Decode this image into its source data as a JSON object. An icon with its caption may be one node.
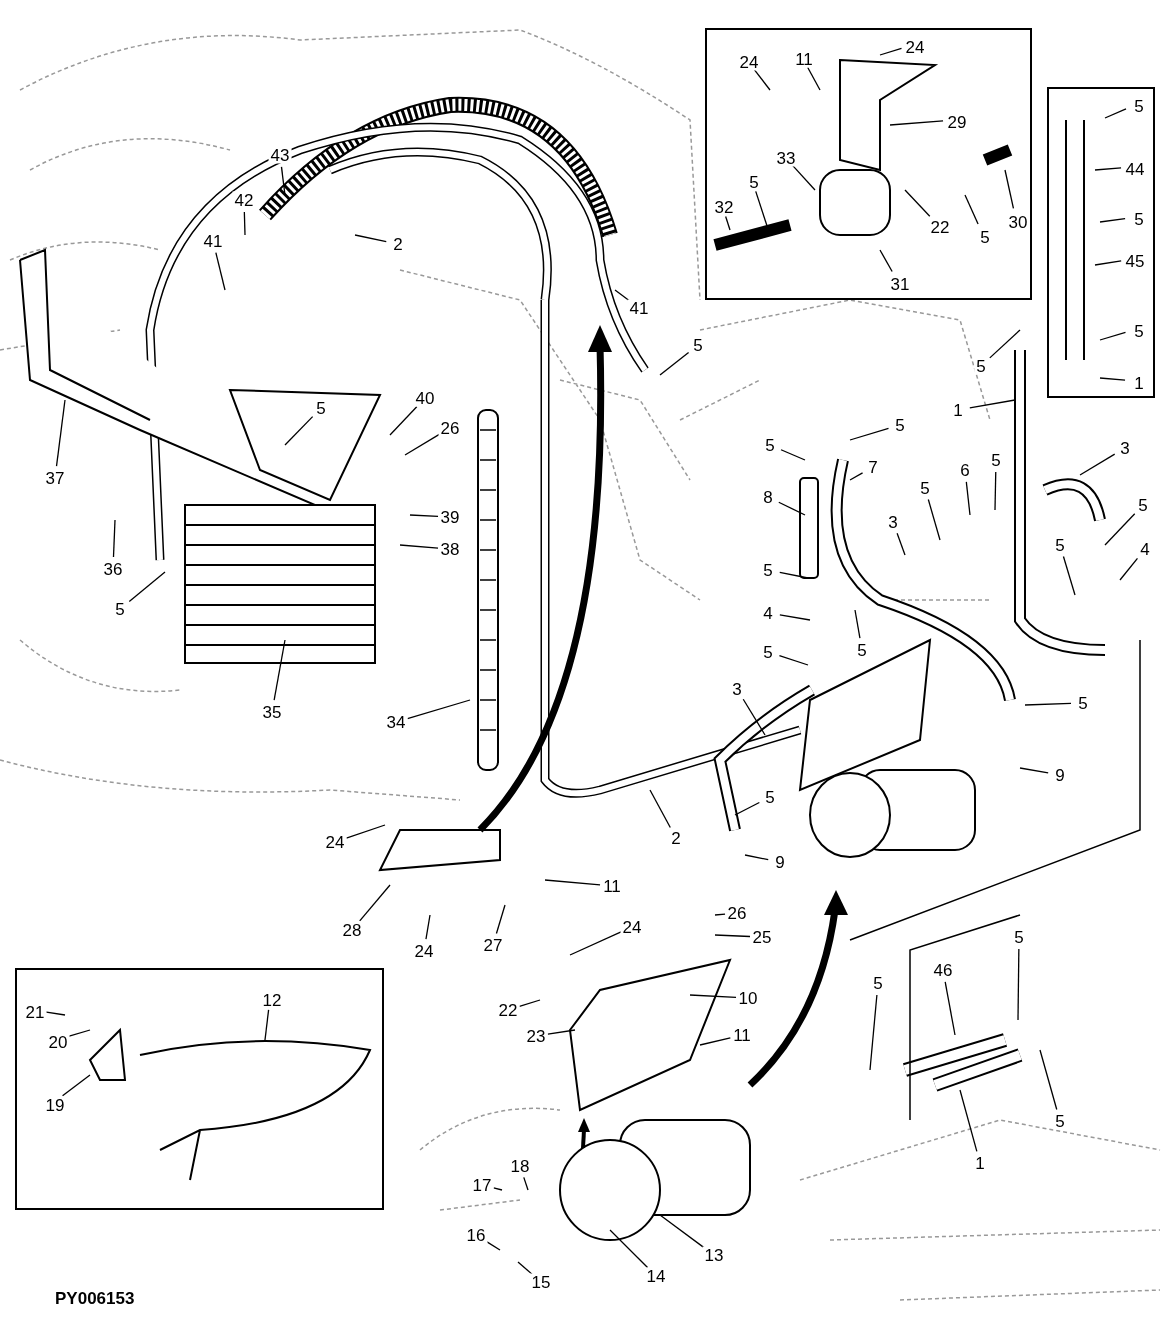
{
  "diagram": {
    "nodes": [
      {
        "text": [],
        "shape": "box"
      },
      {
        "text": [],
        "shape": "box"
      },
      {
        "text": [],
        "shape": "box"
      },
      {
        "text": [
          "43"
        ]
      },
      {
        "text": [
          "42"
        ]
      },
      {
        "text": [
          "41"
        ]
      },
      {
        "text": [
          "2"
        ]
      },
      {
        "text": [
          "41"
        ]
      },
      {
        "text": [
          "5"
        ]
      },
      {
        "text": [
          "37"
        ]
      },
      {
        "text": [
          "5"
        ]
      },
      {
        "text": [
          "40"
        ]
      },
      {
        "text": [
          "26"
        ]
      },
      {
        "text": [
          "36"
        ]
      },
      {
        "text": [
          "39"
        ]
      },
      {
        "text": [
          "38"
        ]
      },
      {
        "text": [
          "5"
        ]
      },
      {
        "text": [
          "35"
        ]
      },
      {
        "text": [
          "34"
        ]
      },
      {
        "text": [
          "5"
        ]
      },
      {
        "text": [
          "5"
        ]
      },
      {
        "text": [
          "8"
        ]
      },
      {
        "text": [
          "7"
        ]
      },
      {
        "text": [
          "6"
        ]
      },
      {
        "text": [
          "5"
        ]
      },
      {
        "text": [
          "5"
        ]
      },
      {
        "text": [
          "3"
        ]
      },
      {
        "text": [
          "3"
        ]
      },
      {
        "text": [
          "5"
        ]
      },
      {
        "text": [
          "5"
        ]
      },
      {
        "text": [
          "4"
        ]
      },
      {
        "text": [
          "5"
        ]
      },
      {
        "text": [
          "4"
        ]
      },
      {
        "text": [
          "5"
        ]
      },
      {
        "text": [
          "5"
        ]
      },
      {
        "text": [
          "3"
        ]
      },
      {
        "text": [
          "5"
        ]
      },
      {
        "text": [
          "9"
        ]
      },
      {
        "text": [
          "5"
        ]
      },
      {
        "text": [
          "2"
        ]
      },
      {
        "text": [
          "9"
        ]
      },
      {
        "text": [
          "5"
        ]
      },
      {
        "text": [
          "1"
        ]
      },
      {
        "text": [
          "24"
        ]
      },
      {
        "text": [
          "11"
        ]
      },
      {
        "text": [
          "28"
        ]
      },
      {
        "text": [
          "24"
        ]
      },
      {
        "text": [
          "27"
        ]
      },
      {
        "text": [
          "24"
        ]
      },
      {
        "text": [
          "26"
        ]
      },
      {
        "text": [
          "25"
        ]
      },
      {
        "text": [
          "10"
        ]
      },
      {
        "text": [
          "22"
        ]
      },
      {
        "text": [
          "23"
        ]
      },
      {
        "text": [
          "11"
        ]
      },
      {
        "text": [
          "17"
        ]
      },
      {
        "text": [
          "18"
        ]
      },
      {
        "text": [
          "16"
        ]
      },
      {
        "text": [
          "15"
        ]
      },
      {
        "text": [
          "14"
        ]
      },
      {
        "text": [
          "13"
        ]
      },
      {
        "text": [
          "5"
        ]
      },
      {
        "text": [
          "46"
        ]
      },
      {
        "text": [
          "5"
        ]
      },
      {
        "text": [
          "5"
        ]
      },
      {
        "text": [
          "1"
        ]
      },
      {
        "text": [
          "24"
        ],
        "in": 0
      },
      {
        "text": [
          "24"
        ],
        "in": 0
      },
      {
        "text": [
          "11"
        ],
        "in": 0
      },
      {
        "text": [
          "29"
        ],
        "in": 0
      },
      {
        "text": [
          "33"
        ],
        "in": 0
      },
      {
        "text": [
          "5"
        ],
        "in": 0
      },
      {
        "text": [
          "32"
        ],
        "in": 0
      },
      {
        "text": [
          "22"
        ],
        "in": 0
      },
      {
        "text": [
          "31"
        ],
        "in": 0
      },
      {
        "text": [
          "5"
        ],
        "in": 0
      },
      {
        "text": [
          "30"
        ],
        "in": 0
      },
      {
        "text": [
          "5"
        ],
        "in": 1
      },
      {
        "text": [
          "44"
        ],
        "in": 1
      },
      {
        "text": [
          "5"
        ],
        "in": 1
      },
      {
        "text": [
          "45"
        ],
        "in": 1
      },
      {
        "text": [
          "5"
        ],
        "in": 1
      },
      {
        "text": [
          "1"
        ],
        "in": 1
      },
      {
        "text": [
          "21"
        ],
        "in": 2
      },
      {
        "text": [
          "12"
        ],
        "in": 2
      },
      {
        "text": [
          "20"
        ],
        "in": 2
      },
      {
        "text": [
          "19"
        ],
        "in": 2
      }
    ],
    "edges": [
      {
        "from": 3,
        "to": null,
        "arrow": "none"
      },
      {
        "from": 4,
        "to": null,
        "arrow": "none"
      },
      {
        "from": 5,
        "to": null,
        "arrow": "none"
      },
      {
        "from": 6,
        "to": null,
        "arrow": "none"
      },
      {
        "from": 7,
        "to": null,
        "arrow": "none"
      },
      {
        "from": 8,
        "to": null,
        "arrow": "none"
      },
      {
        "from": 9,
        "to": null,
        "arrow": "none"
      },
      {
        "from": 10,
        "to": null,
        "arrow": "none"
      },
      {
        "from": 11,
        "to": null,
        "arrow": "none"
      },
      {
        "from": 12,
        "to": null,
        "arrow": "none"
      },
      {
        "from": 13,
        "to": null,
        "arrow": "none"
      },
      {
        "from": 14,
        "to": null,
        "arrow": "none"
      },
      {
        "from": 15,
        "to": null,
        "arrow": "none"
      },
      {
        "from": 16,
        "to": null,
        "arrow": "none"
      },
      {
        "from": 17,
        "to": null,
        "arrow": "none"
      },
      {
        "from": 18,
        "to": null,
        "arrow": "none"
      },
      {
        "from": 19,
        "to": null,
        "arrow": "none"
      },
      {
        "from": 20,
        "to": null,
        "arrow": "none"
      },
      {
        "from": 21,
        "to": null,
        "arrow": "none"
      },
      {
        "from": 22,
        "to": null,
        "arrow": "none"
      },
      {
        "from": 23,
        "to": null,
        "arrow": "none"
      },
      {
        "from": 24,
        "to": null,
        "arrow": "none"
      },
      {
        "from": 25,
        "to": null,
        "arrow": "none"
      },
      {
        "from": 26,
        "to": null,
        "arrow": "none"
      },
      {
        "from": 27,
        "to": null,
        "arrow": "none"
      },
      {
        "from": 28,
        "to": null,
        "arrow": "none"
      },
      {
        "from": 29,
        "to": null,
        "arrow": "none"
      },
      {
        "from": 30,
        "to": null,
        "arrow": "none"
      },
      {
        "from": 31,
        "to": null,
        "arrow": "none"
      },
      {
        "from": 32,
        "to": null,
        "arrow": "none"
      },
      {
        "from": 33,
        "to": null,
        "arrow": "none"
      },
      {
        "from": 34,
        "to": null,
        "arrow": "none"
      },
      {
        "from": 35,
        "to": null,
        "arrow": "none"
      },
      {
        "from": 36,
        "to": null,
        "arrow": "none"
      },
      {
        "from": 37,
        "to": null,
        "arrow": "none"
      },
      {
        "from": 38,
        "to": null,
        "arrow": "none"
      },
      {
        "from": 39,
        "to": null,
        "arrow": "none"
      },
      {
        "from": 40,
        "to": null,
        "arrow": "none"
      },
      {
        "from": 41,
        "to": null,
        "arrow": "none"
      },
      {
        "from": 42,
        "to": null,
        "arrow": "none"
      },
      {
        "from": 43,
        "to": null,
        "arrow": "none"
      },
      {
        "from": 44,
        "to": null,
        "arrow": "none"
      },
      {
        "from": 45,
        "to": null,
        "arrow": "none"
      },
      {
        "from": 46,
        "to": null,
        "arrow": "none"
      },
      {
        "from": 47,
        "to": null,
        "arrow": "none"
      },
      {
        "from": 48,
        "to": null,
        "arrow": "none"
      },
      {
        "from": 49,
        "to": null,
        "arrow": "none"
      },
      {
        "from": 50,
        "to": null,
        "arrow": "none"
      },
      {
        "from": 51,
        "to": null,
        "arrow": "none"
      },
      {
        "from": 52,
        "to": null,
        "arrow": "none"
      },
      {
        "from": 53,
        "to": null,
        "arrow": "none"
      },
      {
        "from": 54,
        "to": null,
        "arrow": "none"
      },
      {
        "from": 55,
        "to": null,
        "arrow": "none"
      },
      {
        "from": 56,
        "to": null,
        "arrow": "none"
      },
      {
        "from": 57,
        "to": null,
        "arrow": "none"
      },
      {
        "from": 58,
        "to": null,
        "arrow": "none"
      },
      {
        "from": 59,
        "to": null,
        "arrow": "none"
      },
      {
        "from": 60,
        "to": null,
        "arrow": "none"
      },
      {
        "from": 61,
        "to": null,
        "arrow": "none"
      },
      {
        "from": 62,
        "to": null,
        "arrow": "none"
      },
      {
        "from": 63,
        "to": null,
        "arrow": "none"
      },
      {
        "from": 64,
        "to": null,
        "arrow": "none"
      },
      {
        "from": 65,
        "to": null,
        "arrow": "none"
      },
      {
        "from": 66,
        "to": null,
        "arrow": "none"
      },
      {
        "from": 67,
        "to": null,
        "arrow": "none"
      },
      {
        "from": 68,
        "to": null,
        "arrow": "none"
      },
      {
        "from": 69,
        "to": null,
        "arrow": "none"
      },
      {
        "from": 70,
        "to": null,
        "arrow": "none"
      },
      {
        "from": 71,
        "to": null,
        "arrow": "none"
      },
      {
        "from": 72,
        "to": null,
        "arrow": "none"
      },
      {
        "from": 73,
        "to": null,
        "arrow": "none"
      },
      {
        "from": 74,
        "to": null,
        "arrow": "none"
      },
      {
        "from": 75,
        "to": null,
        "arrow": "none"
      },
      {
        "from": 76,
        "to": null,
        "arrow": "none"
      },
      {
        "from": 77,
        "to": null,
        "arrow": "none"
      },
      {
        "from": 78,
        "to": null,
        "arrow": "none"
      },
      {
        "from": 79,
        "to": null,
        "arrow": "none"
      },
      {
        "from": 80,
        "to": null,
        "arrow": "none"
      },
      {
        "from": 81,
        "to": null,
        "arrow": "none"
      },
      {
        "from": 82,
        "to": null,
        "arrow": "none"
      },
      {
        "from": 83,
        "to": null,
        "arrow": "none"
      },
      {
        "from": 84,
        "to": null,
        "arrow": "none"
      },
      {
        "from": 85,
        "to": null,
        "arrow": "none"
      },
      {
        "from": 86,
        "to": null,
        "arrow": "none"
      }
    ],
    "labels": [
      "PY006153"
    ]
  }
}
